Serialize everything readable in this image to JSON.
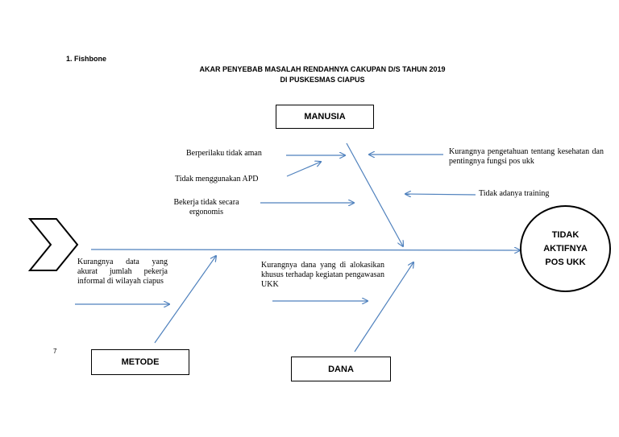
{
  "section": {
    "heading": "1.   Fishbone"
  },
  "title": {
    "line1": "AKAR PENYEBAB MASALAH RENDAHNYA CAKUPAN D/S TAHUN 2019",
    "line2": "DI PUSKESMAS CIAPUS"
  },
  "categories": {
    "manusia": "MANUSIA",
    "metode": "METODE",
    "dana": "DANA"
  },
  "effect": {
    "line1": "TIDAK",
    "line2": "AKTIFNYA",
    "line3": "POS UKK"
  },
  "causes": {
    "manusia": {
      "c1": "Berperilaku tidak aman",
      "c2": "Tidak menggunakan APD",
      "c3": "Bekerja tidak secara ergonomis",
      "c4": "Kurangnya pengetahuan tentang kesehatan dan pentingnya fungsi pos ukk",
      "c5": "Tidak adanya training"
    },
    "metode": {
      "c1": "Kurangnya data yang akurat jumlah pekerja informal di wilayah ciapus"
    },
    "dana": {
      "c1": "Kurangnya dana yang di alokasikan khusus terhadap kegiatan pengawasan UKK"
    }
  },
  "page_number": "7",
  "colors": {
    "arrow": "#4f81bd",
    "border": "#000000"
  }
}
